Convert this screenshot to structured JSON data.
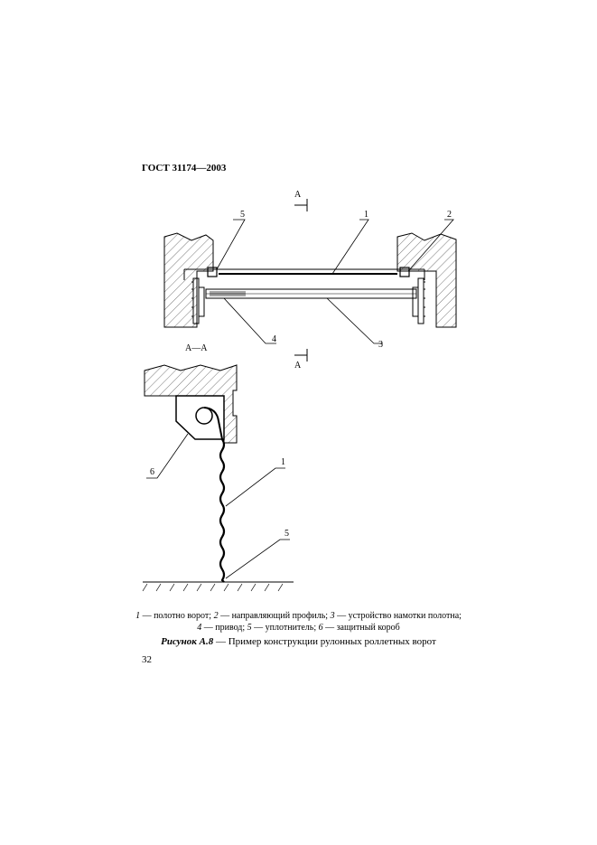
{
  "header": {
    "doc_id": "ГОСТ 31174—2003"
  },
  "drawing": {
    "section_marks": {
      "top": "А",
      "bottom": "А",
      "view": "А—А"
    },
    "callouts_plan": {
      "c1": "1",
      "c2": "2",
      "c3": "3",
      "c4": "4",
      "c5": "5"
    },
    "callouts_section": {
      "c1": "1",
      "c5": "5",
      "c6": "6"
    }
  },
  "legend": {
    "n1": "1",
    "t1": " — полотно ворот; ",
    "n2": "2",
    "t2": " — направляющий профиль; ",
    "n3": "3",
    "t3": " — устройство намотки полотна;",
    "n4": "4",
    "t4": " — привод; ",
    "n5": "5",
    "t5": " — уплотнитель; ",
    "n6": "6",
    "t6": " — защитный короб"
  },
  "caption": {
    "label": "Рисунок А.8",
    "text": " — Пример конструкции рулонных роллетных ворот"
  },
  "page": {
    "number": "32"
  }
}
